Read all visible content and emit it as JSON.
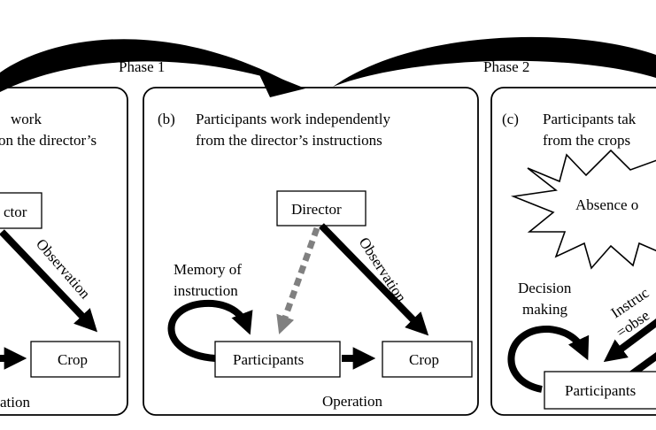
{
  "phases": [
    {
      "label": "Phase 1"
    },
    {
      "label": "Phase 2"
    }
  ],
  "panel_a": {
    "caption_line1": "work",
    "caption_line2": "on the director’s",
    "director": "ctor",
    "observation": "Observation",
    "crop": "Crop",
    "bottom": "ation"
  },
  "panel_b": {
    "letter": "(b)",
    "caption_line1": "Participants work independently",
    "caption_line2": "from the director’s instructions",
    "director": "Director",
    "memory_line1": "Memory of",
    "memory_line2": "instruction",
    "observation": "Observation",
    "participants": "Participants",
    "crop": "Crop",
    "bottom": "Operation"
  },
  "panel_c": {
    "letter": "(c)",
    "caption_line1": "Participants tak",
    "caption_line2": "from the crops",
    "absence": "Absence o",
    "decision_line1": "Decision",
    "decision_line2": "making",
    "instruction_line1": "Instruc",
    "instruction_line2": "=obse",
    "participants": "Participants"
  },
  "colors": {
    "ink": "#000000",
    "memory_link": "#808080"
  }
}
